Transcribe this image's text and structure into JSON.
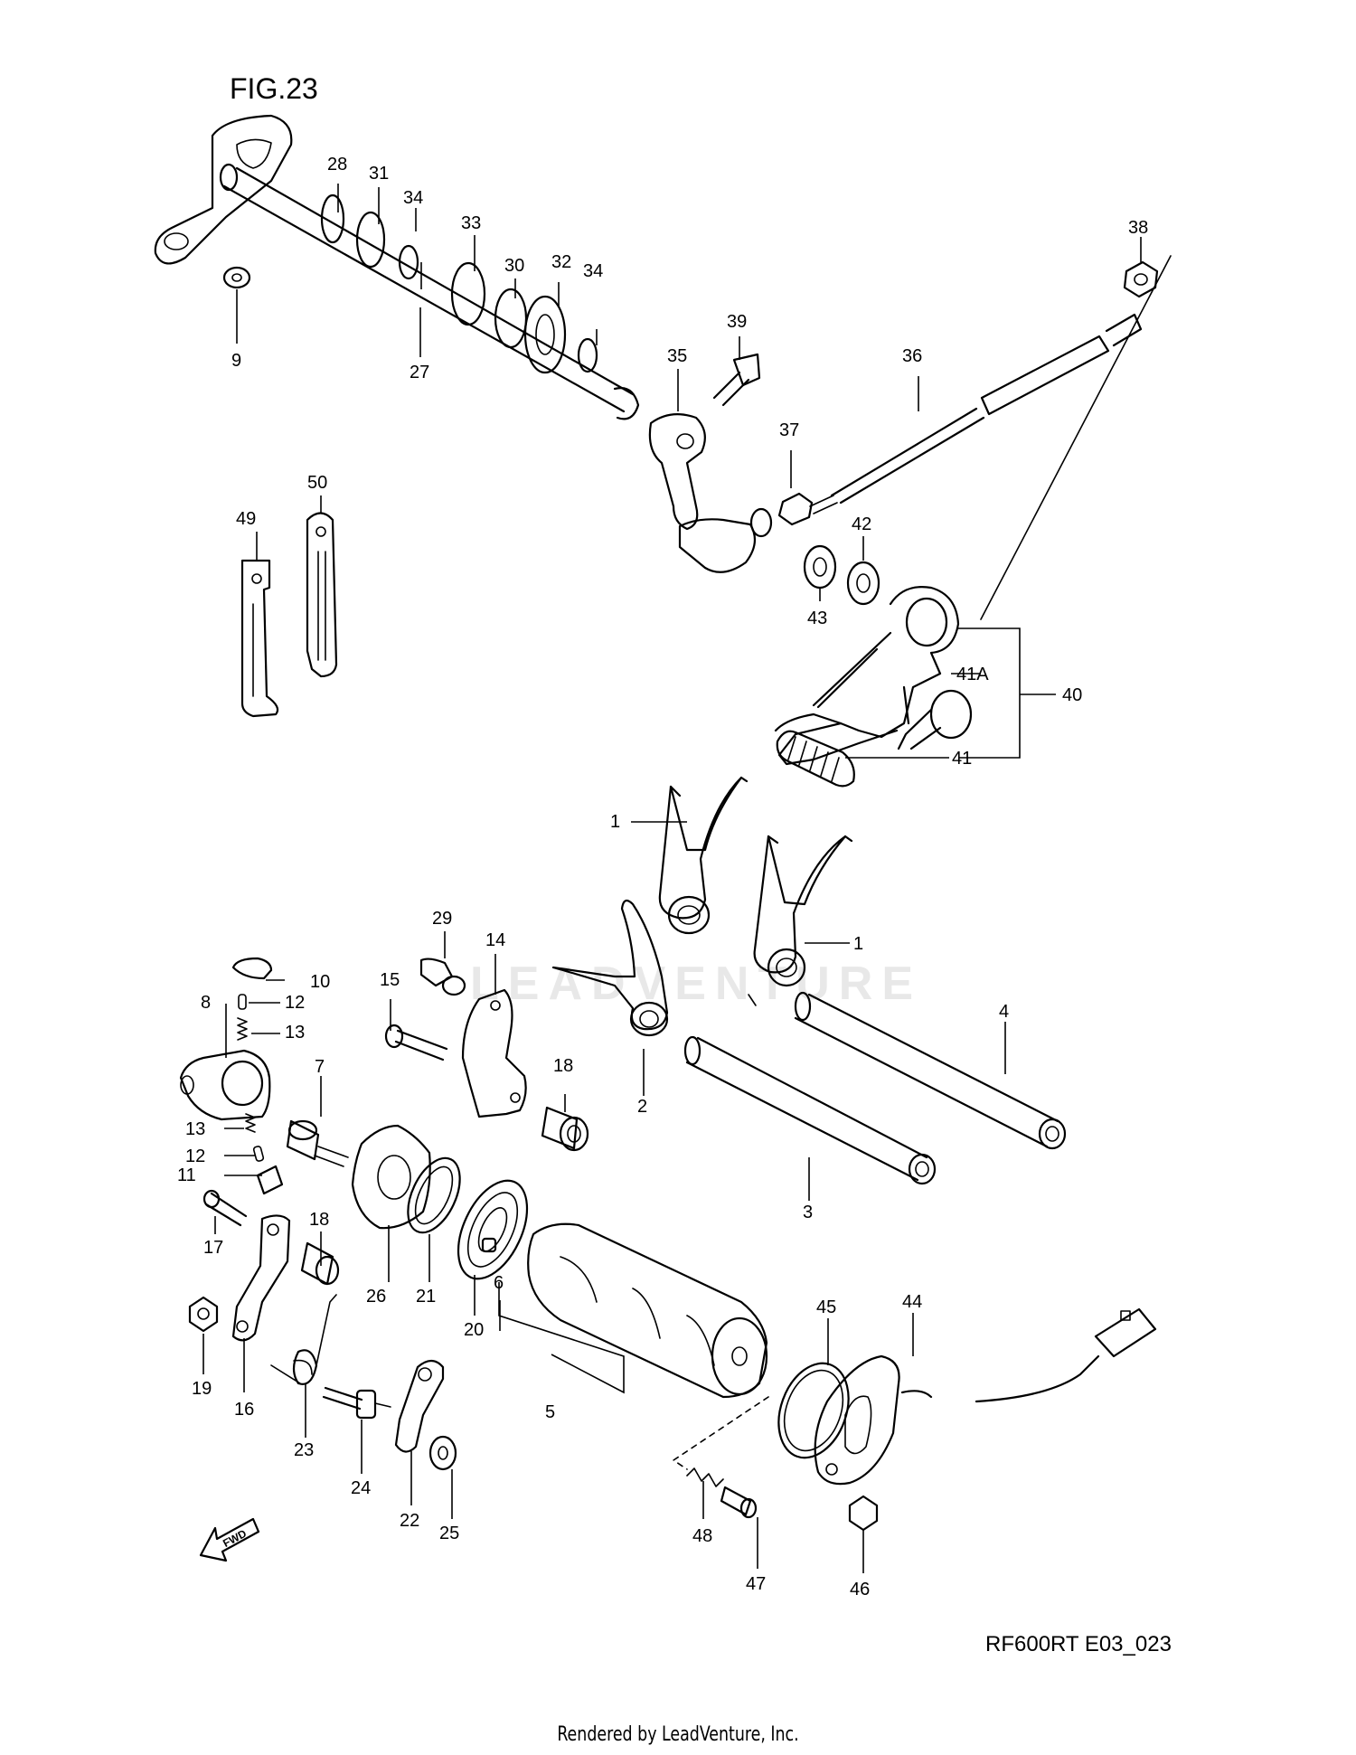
{
  "figure": {
    "title": "FIG.23",
    "code": "RF600RT E03_023"
  },
  "footer": "Rendered by LeadVenture, Inc.",
  "watermark": "LEADVENTURE",
  "fwd_label": "FWD",
  "callouts": [
    "1",
    "1",
    "2",
    "3",
    "4",
    "5",
    "6",
    "7",
    "8",
    "9",
    "10",
    "11",
    "12",
    "12",
    "13",
    "13",
    "14",
    "15",
    "16",
    "17",
    "18",
    "18",
    "19",
    "20",
    "21",
    "22",
    "23",
    "24",
    "25",
    "26",
    "27",
    "28",
    "29",
    "30",
    "31",
    "32",
    "33",
    "34",
    "34",
    "35",
    "36",
    "37",
    "38",
    "39",
    "40",
    "41",
    "41A",
    "42",
    "43",
    "44",
    "45",
    "46",
    "47",
    "48",
    "49",
    "50"
  ]
}
